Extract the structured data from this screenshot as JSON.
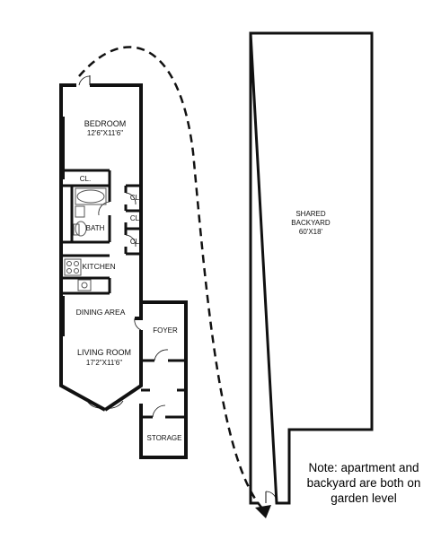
{
  "rooms": {
    "bedroom": {
      "name": "BEDROOM",
      "dims": "12'6\"X11'6\""
    },
    "closet_main": "CL.",
    "closet_1": "CL",
    "closet_2": "CL",
    "closet_3": "CL",
    "bath": "BATH",
    "kitchen": "KITCHEN",
    "dining": "DINING AREA",
    "foyer": "FOYER",
    "living": {
      "name": "LIVING ROOM",
      "dims": "17'2\"X11'6\""
    },
    "storage": "STORAGE",
    "backyard": {
      "line1": "SHARED",
      "line2": "BACKYARD",
      "dims": "60'X18'"
    }
  },
  "note": "Note: apartment and backyard are both on garden level",
  "colors": {
    "wall": "#111111",
    "fixture": "#555555",
    "background": "#ffffff"
  }
}
